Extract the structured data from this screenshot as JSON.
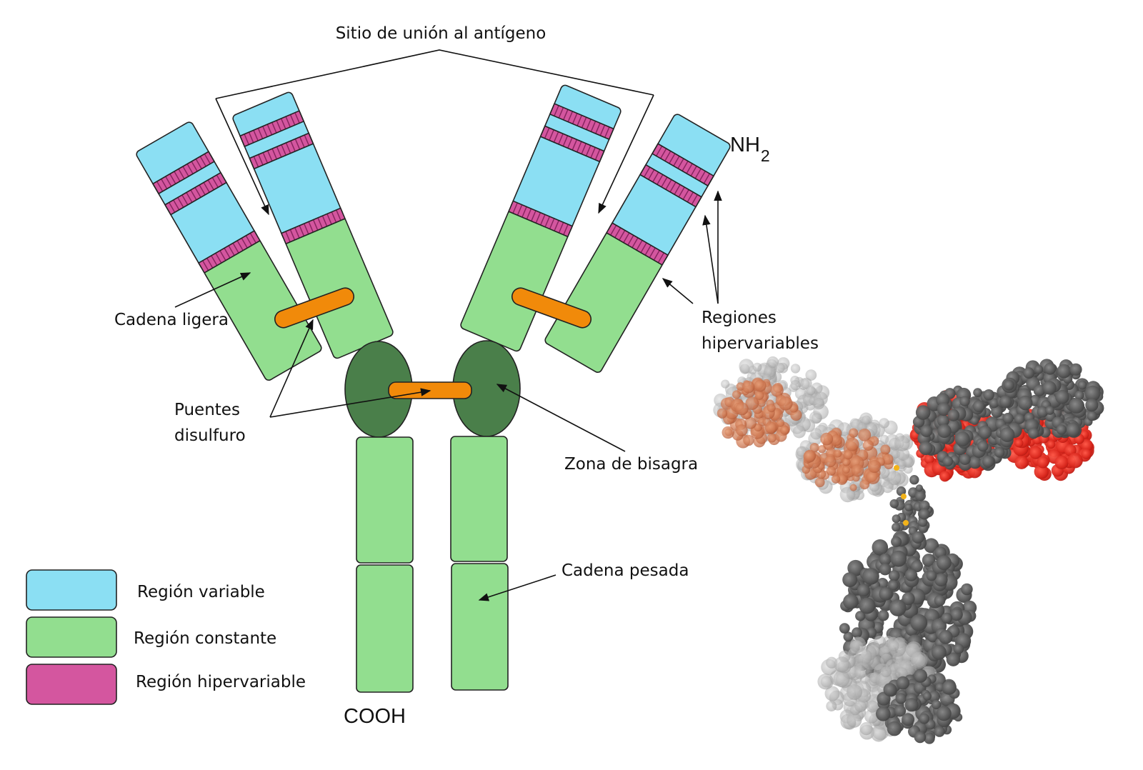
{
  "labels": {
    "antigen_site": "Sitio de unión al antígeno",
    "nh2_main": "NH",
    "nh2_sub": "2",
    "light_chain": "Cadena ligera",
    "hypervariable_regions_line1": "Regiones",
    "hypervariable_regions_line2": "hipervariables",
    "disulfide_line1": "Puentes",
    "disulfide_line2": "disulfuro",
    "hinge": "Zona de bisagra",
    "heavy_chain": "Cadena pesada",
    "cooh": "COOH"
  },
  "legend": {
    "items": [
      {
        "label": "Región variable",
        "color": "#8bdff3"
      },
      {
        "label": "Región constante",
        "color": "#92de8f"
      },
      {
        "label": "Región hipervariable",
        "color": "#d4569f"
      }
    ]
  },
  "colors": {
    "variable": "#8bdff3",
    "constant": "#92de8f",
    "hypervariable": "#d4569f",
    "hinge": "#4a7f4a",
    "disulfide": "#f18a0a"
  },
  "illustration": {
    "name": "3d-antibody-structure-render"
  }
}
